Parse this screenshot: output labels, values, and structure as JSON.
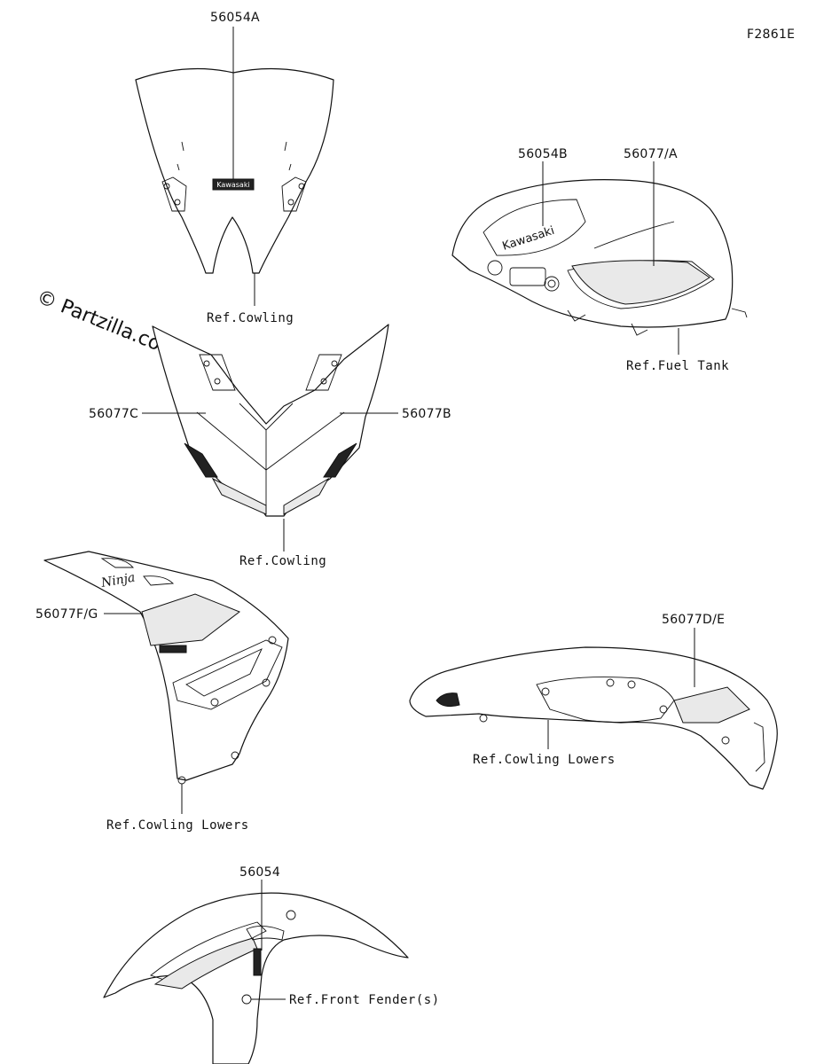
{
  "diagram_id": "F2861E",
  "watermark": "© Partzilla.com",
  "logo_text": "Kawasaki",
  "parts": {
    "windshield": {
      "part_no": "56054A",
      "ref": "Ref.Cowling"
    },
    "fuel_tank": {
      "part_no_1": "56054B",
      "part_no_2": "56077/A",
      "ref": "Ref.Fuel Tank"
    },
    "upper_cowling": {
      "part_no_left": "56077C",
      "part_no_right": "56077B",
      "ref": "Ref.Cowling"
    },
    "left_lower": {
      "part_no": "56077F/G",
      "ref": "Ref.Cowling Lowers"
    },
    "right_lower": {
      "part_no": "56077D/E",
      "ref": "Ref.Cowling Lowers"
    },
    "front_fender": {
      "part_no": "56054",
      "ref": "Ref.Front Fender(s)"
    }
  }
}
